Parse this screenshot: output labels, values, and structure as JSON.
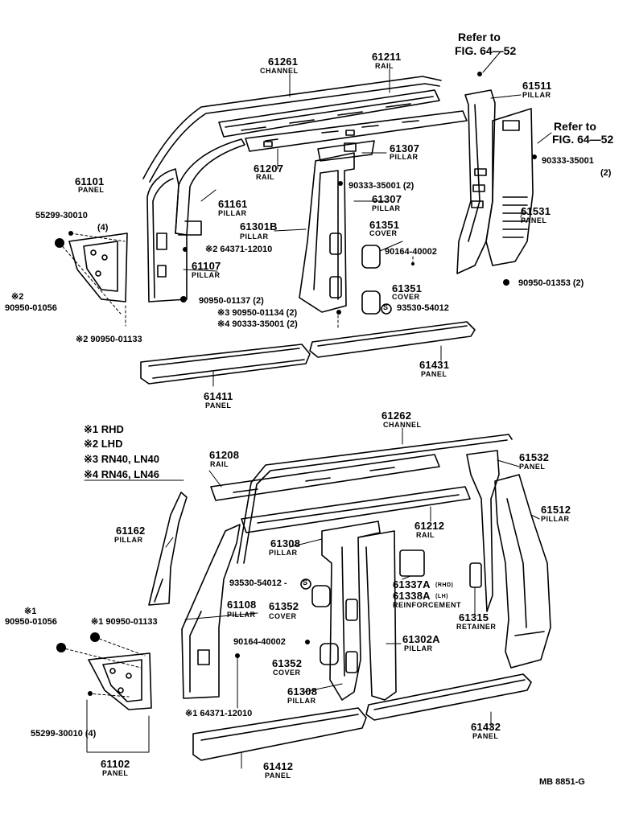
{
  "labels": {
    "ref_top_1": "Refer to",
    "ref_top_2": "FIG. 64—52",
    "ref_right_1": "Refer to",
    "ref_right_2": "FIG. 64—52",
    "p61261": "61261",
    "p61261_name": "CHANNEL",
    "p61211": "61211",
    "p61211_name": "RAIL",
    "p61511": "61511",
    "p61511_name": "PILLAR",
    "p61207": "61207",
    "p61207_name": "RAIL",
    "p61307a": "61307",
    "p61307a_name": "PILLAR",
    "p61307b": "61307",
    "p61307b_name": "PILLAR",
    "p90333_35001_right": "90333-35001",
    "p90333_35001_right_qty": "(2)",
    "p90333_35001_mid": "90333-35001 (2)",
    "p61101": "61101",
    "p61101_name": "PANEL",
    "p55299_30010": "55299-30010",
    "p55299_30010_qty": "(4)",
    "p61161": "61161",
    "p61161_name": "PILLAR",
    "p61301b": "61301B",
    "p61301b_name": "PILLAR",
    "p61531": "61531",
    "p61531_name": "PANEL",
    "p61351a": "61351",
    "p61351a_name": "COVER",
    "p90164_40002": "90164-40002",
    "p64371_12010": "※2 64371-12010",
    "p61107": "61107",
    "p61107_name": "PILLAR",
    "p90950_01056_mark": "※2",
    "p90950_01056": "90950-01056",
    "p90950_01137": "90950-01137 (2)",
    "p61351b": "61351",
    "p61351b_name": "COVER",
    "p90950_01353": "90950-01353 (2)",
    "p90950_01134": "※3 90950-01134 (2)",
    "p90333_35001_low": "※4 90333-35001 (2)",
    "p93530_54012": "93530-54012",
    "p90950_01133": "※2 90950-01133",
    "p61431": "61431",
    "p61431_name": "PANEL",
    "p61411": "61411",
    "p61411_name": "PANEL",
    "legend1": "※1 RHD",
    "legend2": "※2 LHD",
    "legend3": "※3 RN40, LN40",
    "legend4": "※4 RN46, LN46",
    "p61262": "61262",
    "p61262_name": "CHANNEL",
    "p61208": "61208",
    "p61208_name": "RAIL",
    "p61532": "61532",
    "p61532_name": "PANEL",
    "p61162": "61162",
    "p61162_name": "PILLAR",
    "p61512": "61512",
    "p61512_name": "PILLAR",
    "p61212": "61212",
    "p61212_name": "RAIL",
    "p61308a": "61308",
    "p61308a_name": "PILLAR",
    "p93530_54012_l": "93530-54012 -",
    "p61337a": "61337A",
    "p61337a_sub": "(RHD)",
    "p61338a": "61338A",
    "p61338a_sub": "(LH)",
    "p61337_name": "REINFORCEMENT",
    "p61108": "61108",
    "p61108_name": "PILLAR",
    "p61352a": "61352",
    "p61352a_name": "COVER",
    "p61315": "61315",
    "p61315_name": "RETAINER",
    "p90950_01056_l_mark": "※1",
    "p90950_01056_l": "90950-01056",
    "p90950_01133_l": "※1 90950-01133",
    "p90164_40002_l": "90164-40002",
    "p61302a": "61302A",
    "p61302a_name": "PILLAR",
    "p61352b": "61352",
    "p61352b_name": "COVER",
    "p61308b": "61308",
    "p61308b_name": "PILLAR",
    "p64371_12010_l": "※1 64371-12010",
    "p55299_30010_l": "55299-30010 (4)",
    "p61432": "61432",
    "p61432_name": "PANEL",
    "p61102": "61102",
    "p61102_name": "PANEL",
    "p61412": "61412",
    "p61412_name": "PANEL",
    "figure_code": "MB 8851-G"
  }
}
